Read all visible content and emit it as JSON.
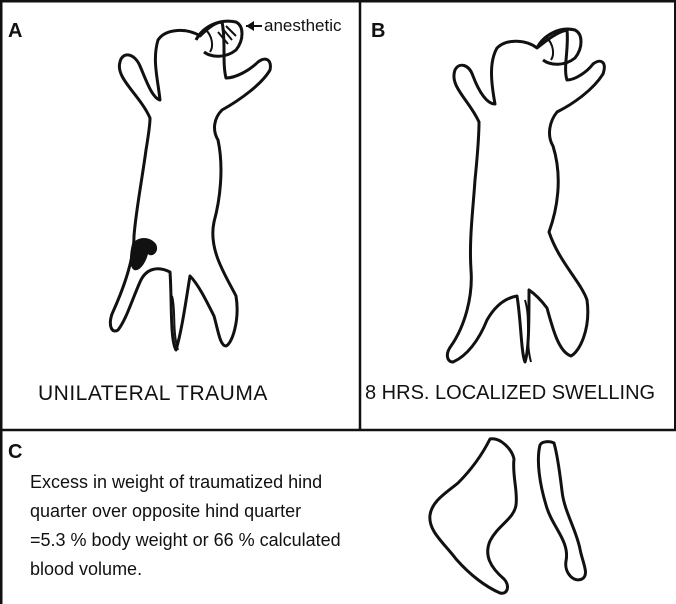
{
  "panels": {
    "a": {
      "letter": "A",
      "caption": "UNILATERAL TRAUMA",
      "anesthetic_label": "anesthetic"
    },
    "b": {
      "letter": "B",
      "caption": "8 HRS. LOCALIZED SWELLING"
    },
    "c": {
      "letter": "C",
      "note_lines": [
        "Excess in weight of traumatized hind",
        "quarter over opposite hind quarter",
        "=5.3 % body weight or 66 % calculated",
        "blood volume."
      ]
    }
  }
}
